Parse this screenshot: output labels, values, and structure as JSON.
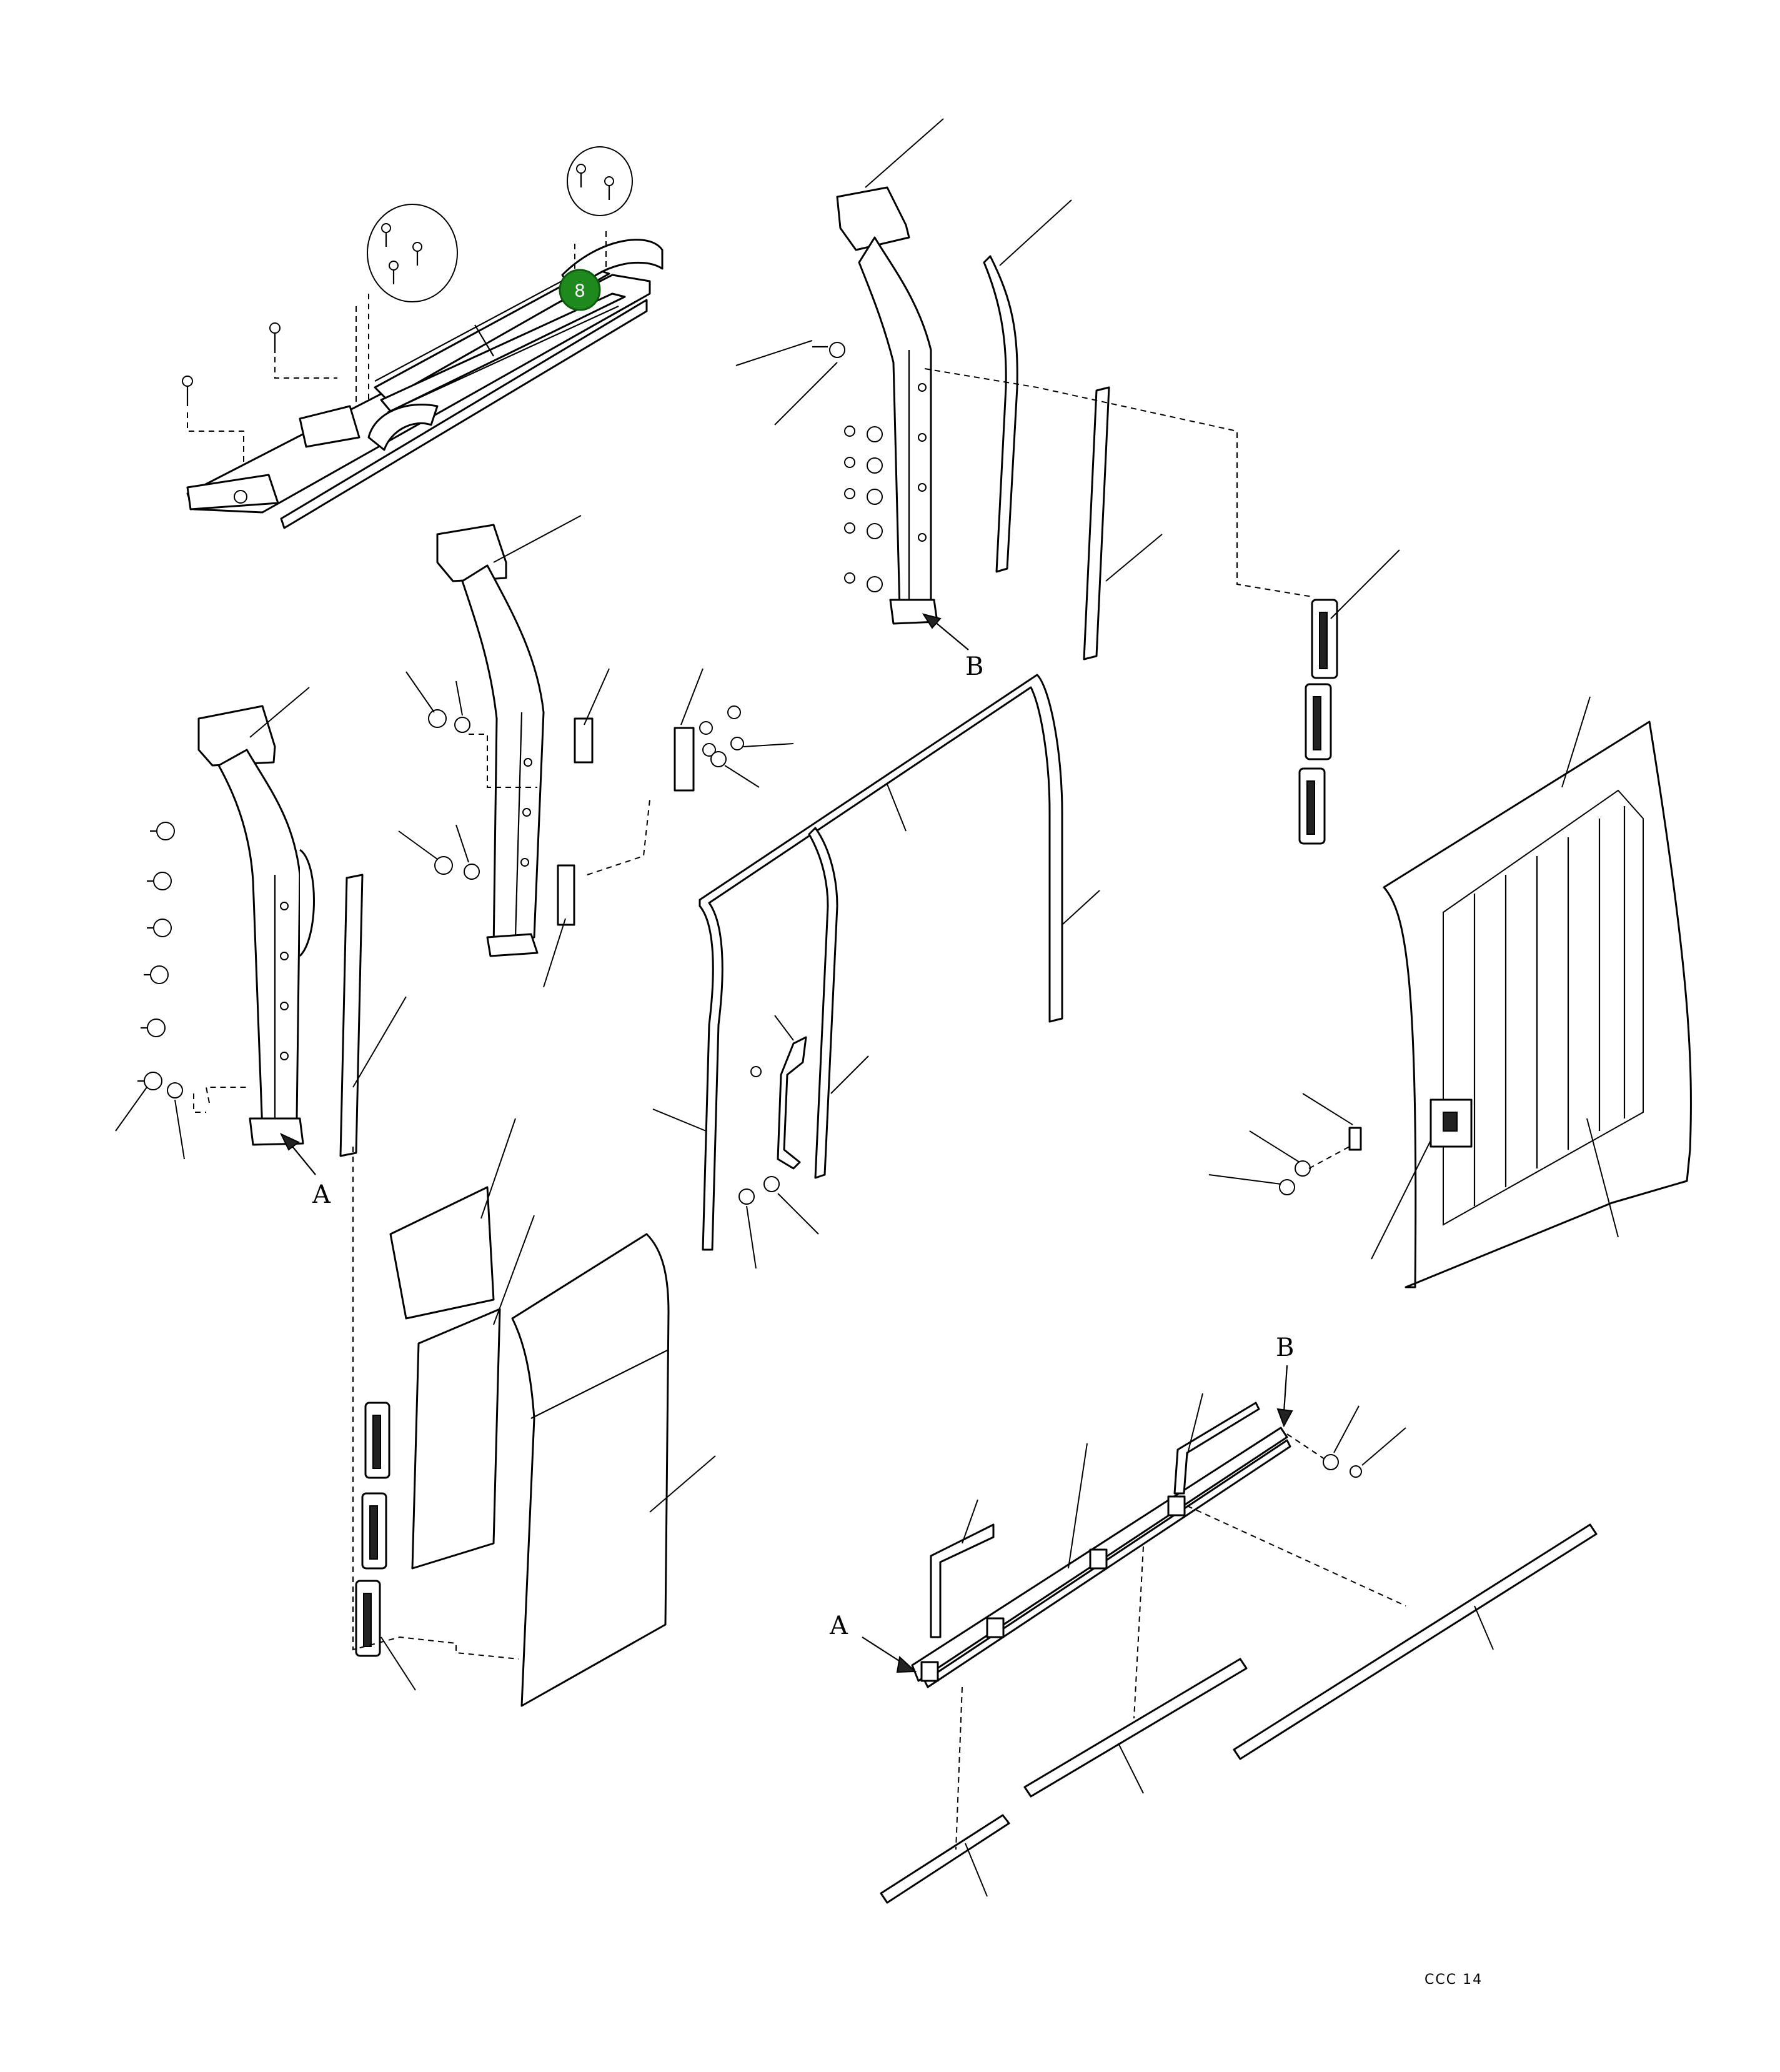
{
  "callout": {
    "number": "8",
    "color": "#1e8a1e"
  },
  "view_labels": {
    "a_top": "A",
    "a_bottom": "A",
    "b_top": "B",
    "b_bottom": "B"
  },
  "drawing_code": "CCC 14"
}
